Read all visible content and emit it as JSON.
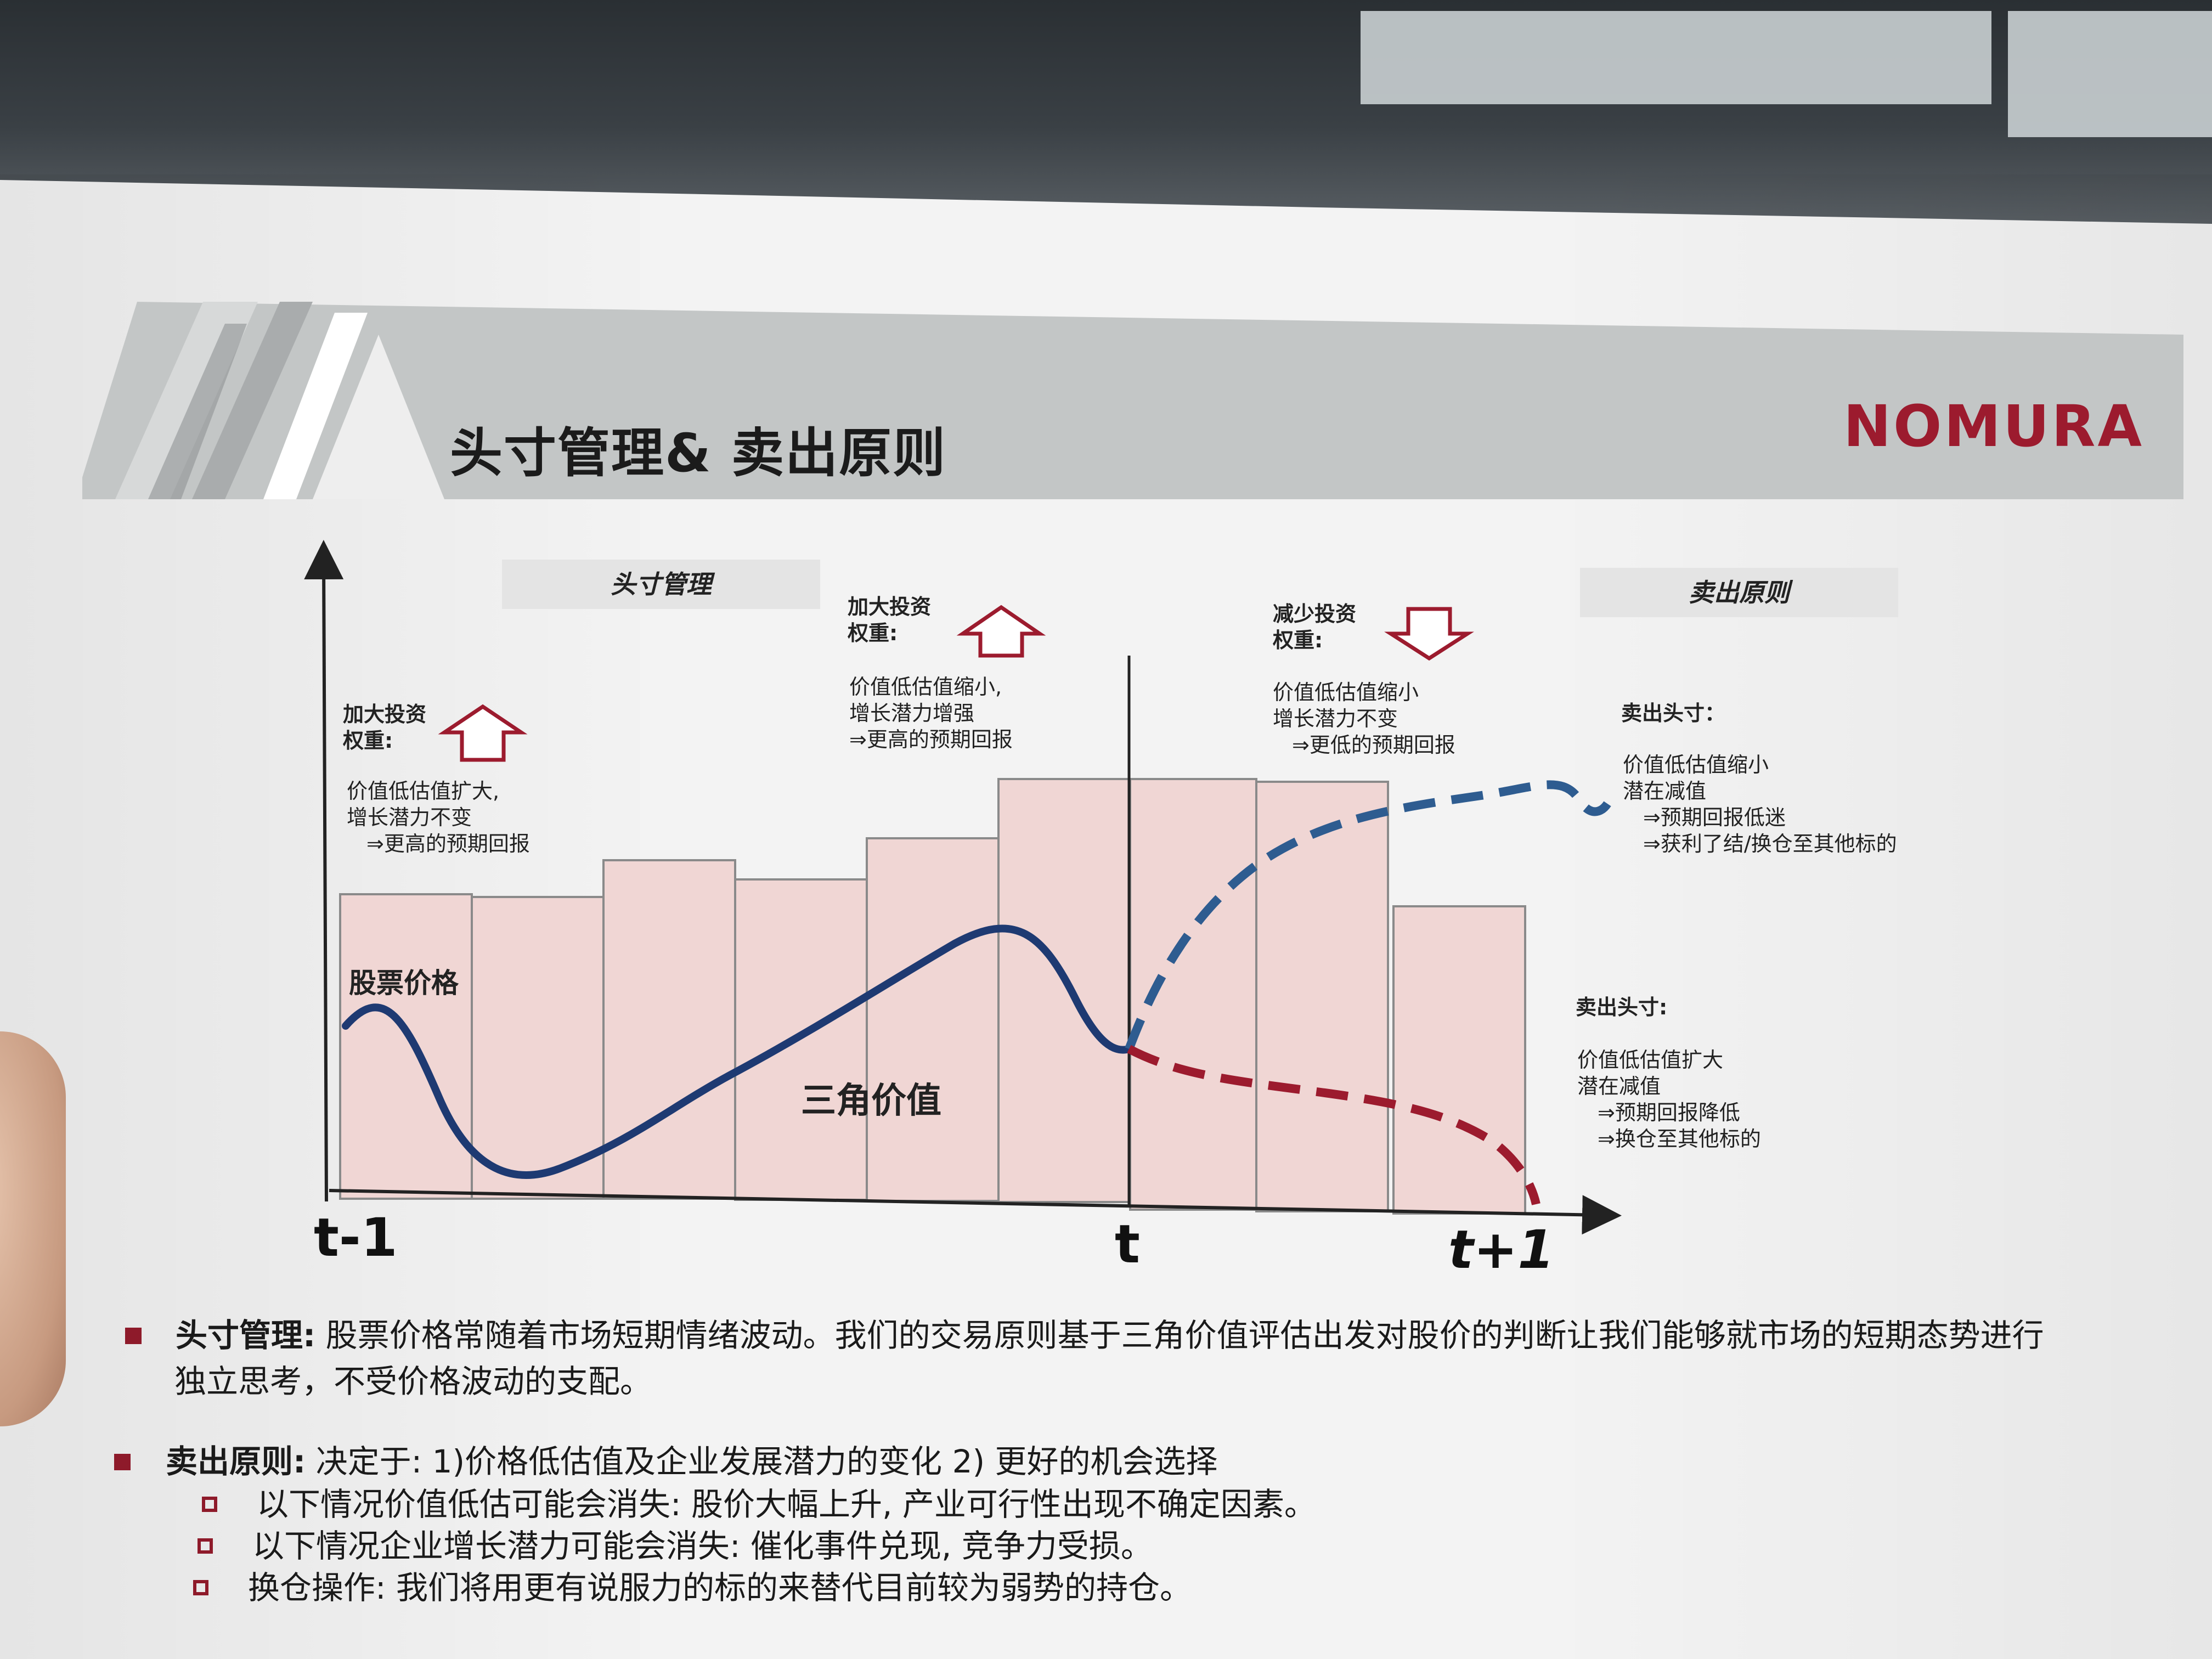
{
  "slide": {
    "title": "头寸管理& 卖出原则",
    "logo": "NOMURA",
    "colors": {
      "brand": "#9c1b2e",
      "bar_fill": "#f0d6d4",
      "price_line": "#1e3a72",
      "up_path": "#2e5c90",
      "down_path": "#9c1b2e"
    }
  },
  "chart": {
    "section_left": "头寸管理",
    "section_right": "卖出原则",
    "price_label": "股票价格",
    "value_label": "三角价值",
    "time_labels": [
      "t-1",
      "t",
      "t+1"
    ],
    "annotations": {
      "left": {
        "heading": "加大投资\n权重:",
        "lines": [
          "价值低估值扩大,",
          "增长潜力不变",
          "⇒更高的预期回报"
        ],
        "arrow": "up-arrow-icon"
      },
      "middle": {
        "heading": "加大投资\n权重:",
        "lines": [
          "价值低估值缩小,",
          "增长潜力增强",
          "⇒更高的预期回报"
        ],
        "arrow": "up-arrow-icon"
      },
      "right": {
        "heading": "减少投资\n权重:",
        "lines": [
          "价值低估值缩小",
          "增长潜力不变",
          "⇒更低的预期回报"
        ],
        "arrow": "down-arrow-icon"
      }
    },
    "sell_up": {
      "heading": "卖出头寸：",
      "lines": [
        "价值低估值缩小",
        "潜在减值",
        "⇒预期回报低迷",
        "⇒获利了结/换仓至其他标的"
      ]
    },
    "sell_down": {
      "heading": "卖出头寸:",
      "lines": [
        "价值低估值扩大",
        "潜在减值",
        "⇒预期回报降低",
        "⇒换仓至其他标的"
      ]
    }
  },
  "notes": {
    "item1_lead": "头寸管理:",
    "item1_text": "股票价格常随着市场短期情绪波动。我们的交易原则基于三角价值评估出发对股价的判断让我们能够就市场的短期态势进行",
    "item1_text2": "独立思考，不受价格波动的支配。",
    "item2_lead": "卖出原则:",
    "item2_text": "决定于: 1)价格低估值及企业发展潜力的变化     2) 更好的机会选择",
    "sub": [
      "以下情况价值低估可能会消失: 股价大幅上升, 产业可行性出现不确定因素。",
      "以下情况企业增长潜力可能会消失: 催化事件兑现, 竞争力受损。",
      "换仓操作: 我们将用更有说服力的标的来替代目前较为弱势的持仓。"
    ]
  }
}
